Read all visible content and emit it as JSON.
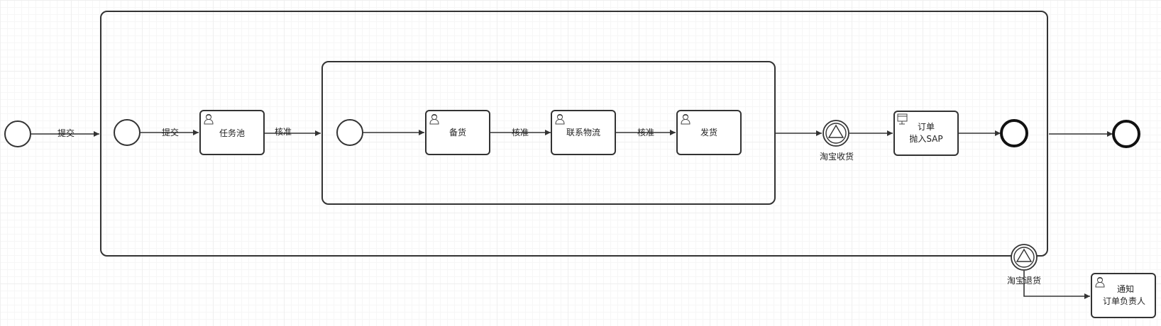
{
  "diagram": {
    "flows": {
      "submit_outer": "提交",
      "submit_inner": "提交",
      "approve_1": "核准",
      "approve_2": "核准",
      "approve_3": "核准"
    },
    "tasks": {
      "task_pool": "任务池",
      "prepare_goods": "备货",
      "contact_logistics": "联系物流",
      "ship": "发货",
      "order_sap_line1": "订单",
      "order_sap_line2": "抛入SAP",
      "notify_line1": "通知",
      "notify_line2": "订单负责人"
    },
    "events": {
      "taobao_received": "淘宝收货",
      "taobao_return": "淘宝退货"
    },
    "icons": {
      "user_task": "user-icon",
      "service_task": "service-icon",
      "signal_event": "signal-triangle-icon"
    },
    "colors": {
      "stroke": "#333333",
      "fill": "#ffffff",
      "text": "#222222"
    }
  }
}
